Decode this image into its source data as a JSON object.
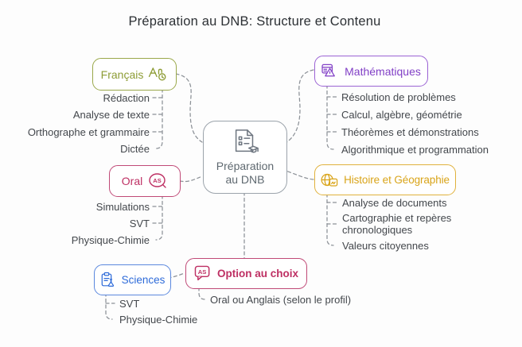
{
  "title": "Préparation au DNB: Structure et Contenu",
  "center": {
    "line1": "Préparation",
    "line2": "au DNB",
    "icon": "document-graduation-icon"
  },
  "colors": {
    "background": "#fdfdfd",
    "connector": "#8c9197",
    "title_text": "#2c3034",
    "leaf_text": "#43474c",
    "central_border": "#9ba3ab",
    "central_text": "#5f6970",
    "francais": "#8d9c35",
    "mathematiques": "#813fc6",
    "oral": "#be2f63",
    "histoire": "#d9a419",
    "sciences": "#2e6bd9",
    "option": "#be2f63"
  },
  "nodes": [
    {
      "id": "francais",
      "label": "Français",
      "color": "#8d9c35",
      "icon": "language-spellcheck-clock-icon",
      "items": [
        "Rédaction",
        "Analyse de texte",
        "Orthographe et grammaire",
        "Dictée"
      ]
    },
    {
      "id": "mathematiques",
      "label": "Mathématiques",
      "color": "#813fc6",
      "icon": "table-geometry-triangle-icon",
      "items": [
        "Résolution de problèmes",
        "Calcul, algèbre, géométrie",
        "Théorèmes et démonstrations",
        "Algorithmique et programmation"
      ]
    },
    {
      "id": "oral",
      "label": "Oral",
      "color": "#be2f63",
      "icon": "speech-bubble-as-icon",
      "icon_text": "AS",
      "items": [
        "Simulations",
        "SVT",
        "Physique-Chimie"
      ]
    },
    {
      "id": "histoire",
      "label": "Histoire et Géographie",
      "color": "#d9a419",
      "icon": "globe-map-icon",
      "items": [
        "Analyse de documents",
        "Cartographie et repères chronologiques",
        "Valeurs citoyennes"
      ]
    },
    {
      "id": "sciences",
      "label": "Sciences",
      "color": "#2e6bd9",
      "icon": "clipboard-flask-icon",
      "items": [
        "SVT",
        "Physique-Chimie"
      ]
    },
    {
      "id": "option",
      "label": "Option au choix",
      "color": "#be2f63",
      "icon": "speech-bubble-as-icon",
      "icon_text": "AS",
      "items": [
        "Oral ou Anglais (selon le profil)"
      ]
    }
  ]
}
